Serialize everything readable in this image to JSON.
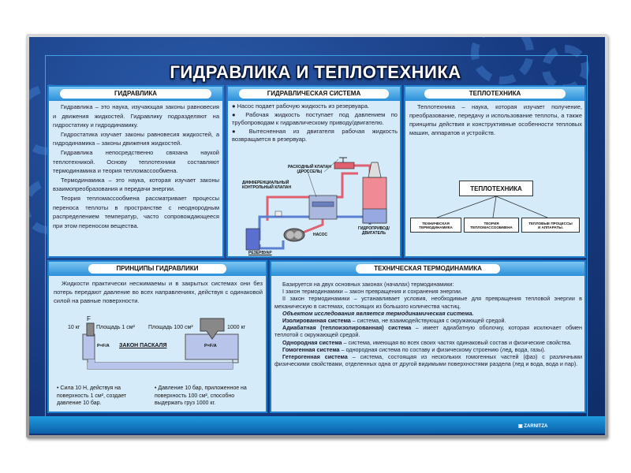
{
  "poster": {
    "title": "ГИДРАВЛИКА И ТЕПЛОТЕХНИКА",
    "brand": "ZARNITZA",
    "colors": {
      "board": "#173a80",
      "panel": "#d5ebfa",
      "header": "#2b8fd9",
      "pipe_hot": "#e06070",
      "pipe_cold": "#5a7fd0"
    }
  },
  "hydraulics": {
    "header": "ГИДРАВЛИКА",
    "paragraphs": [
      "Гидравлика – это наука, изучающая законы равновесия и движения жидкостей. Гидравлику подразделяют на гидростатику и гидродинамику.",
      "Гидростатика изучает законы равновесия жидкостей, а гидродинамика – законы движения жидкостей.",
      "Гидравлика непосредственно связана наукой теплотехникой. Основу теплотехники составляют термодинамика и теория тепломассообмена.",
      "Термодинамика – это наука, которая изучает законы взаимопреобразования и передачи энергии.",
      "Теория тепломассообмена рассматривает процессы переноса теплоты в пространстве с неоднородным распределением температур, часто сопровождающееся при этом переносом вещества."
    ]
  },
  "hydraulic_system": {
    "header": "ГИДРАВЛИЧЕСКАЯ СИСТЕМА",
    "bullets": [
      "Насос подает рабочую жидкость из резервуара.",
      "Рабочая жидкость поступает под давлением по трубопроводам к гидравлическому приводу/двигателю.",
      "Вытесненная из двигателя рабочая жидкость возвращается в резервуар."
    ],
    "labels": {
      "throttle_1": "РАСХОДНЫЙ КЛАПАН",
      "throttle_2": "(ДРОССЕЛЬ)",
      "diff_1": "ДИФФЕРЕНЦИАЛЬНЫЙ",
      "diff_2": "КОНТРОЛЬНЫЙ КЛАПАН",
      "motor_1": "ГИДРОПРИВОД/",
      "motor_2": "ДВИГАТЕЛЬ",
      "pump": "НАСОС",
      "tank": "РЕЗЕРВУАР"
    }
  },
  "heat_engineering": {
    "header": "ТЕПЛОТЕХНИКА",
    "text": "Теплотехника – наука, которая изучает получение, преобразование, передачу и использование теплоты, а также принципы действия и конструктивные особенности тепловых машин, аппаратов и устройств.",
    "tree": {
      "root": "ТЕПЛОТЕХНИКА",
      "children": [
        {
          "line1": "ТЕХНИЧЕСКАЯ",
          "line2": "ТЕРМОДИНАМИКА"
        },
        {
          "line1": "ТЕОРИЯ",
          "line2": "ТЕПЛОМАССООБМЕНА"
        },
        {
          "line1": "ТЕПЛОВЫЕ ПРОЦЕССЫ",
          "line2": "И АППАРАТЫ."
        }
      ]
    }
  },
  "principles": {
    "header": "ПРИНЦИПЫ ГИДРАВЛИКИ",
    "text": "Жидкости практически несжимаемы и в закрытых системах они без потерь передают давление во всех направлениях, действуя с одинаковой силой на равные поверхности.",
    "diagram": {
      "force": "F",
      "small_mass": "10 кг",
      "small_area": "Площадь 1 см²",
      "big_area": "Площадь 100 см²",
      "big_mass": "1000 кг",
      "formula": "P=F/A",
      "law": "ЗАКОН ПАСКАЛЯ"
    },
    "bullets": [
      "Сила 10 Н, действуя на поверхность 1 см², создает давление 10 бар.",
      "Давление 10 бар, приложенное на поверхность 100 см², способно выдержать груз 1000 кг."
    ]
  },
  "thermodynamics": {
    "header": "ТЕХНИЧЕСКАЯ ТЕРМОДИНАМИКА",
    "intro": "Базируется на двух основных законах (началах) термодинамики:",
    "law1": "I закон термодинамики – закон превращения и сохранения энергии.",
    "law2": "II закон термодинамики – устанавливает условия, необходимые для превращения тепловой энергии в механическую в системах, состоящих из большого количества частиц.",
    "object": "Объектом исследования является термодинамическая система.",
    "definitions": [
      {
        "term": "Изолированная система",
        "text": " – система, не взаимодействующая с окружающей средой."
      },
      {
        "term": "Адиабатная (теплоизолированная) система",
        "text": " – имеет адиабатную оболочку, которая исключает обмен теплотой с окружающей средой."
      },
      {
        "term": "Однородная система",
        "text": " – система, имеющая во всех своих частях одинаковый состав и физические свойства."
      },
      {
        "term": "Гомогенная система",
        "text": " – однородная система по составу и физическому строению (лед, вода, газы)."
      },
      {
        "term": "Гетерогенная система",
        "text": " – система, состоящая из нескольких гомогенных частей (фаз) с различными физическими свойствами, отделенных одна от другой видимыми поверхностями раздела (лед и вода, вода и пар)."
      }
    ]
  }
}
